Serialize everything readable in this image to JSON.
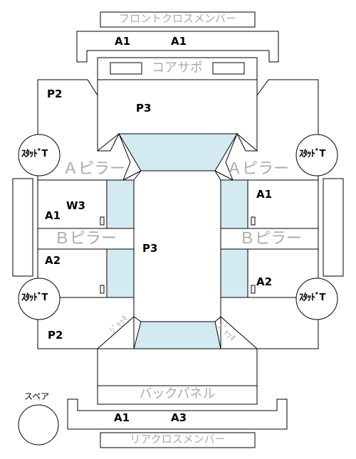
{
  "parts": {
    "front_cross_member": "フロントクロスメンバー",
    "core_support": "コアサポ",
    "a_pillar": "Ａピラー",
    "b_pillar": "Ｂピラー",
    "back_panel": "バックパネル",
    "rear_cross_member": "リアクロスメンバー",
    "spare": "スペア",
    "stud": "ｽﾀｯﾄﾞT",
    "trunk_left": "ｼﾞｬｯｷ",
    "trunk_right": "ｼﾞｬｯｷ"
  },
  "ratings": {
    "front_cross_left": "A1",
    "front_cross_right": "A1",
    "front_left_fender": "P2",
    "hood": "P3",
    "left_front_door_w": "W3",
    "left_front_door": "A1",
    "right_front_door": "A1",
    "roof": "P3",
    "left_rear_door": "A2",
    "right_rear_door": "A2",
    "rear_left_quarter": "P2",
    "rear_cross_left": "A1",
    "rear_cross_right": "A3"
  },
  "colors": {
    "glass": "#d4eaf2",
    "line": "#000000",
    "label_gray": "#aaaaaa"
  }
}
